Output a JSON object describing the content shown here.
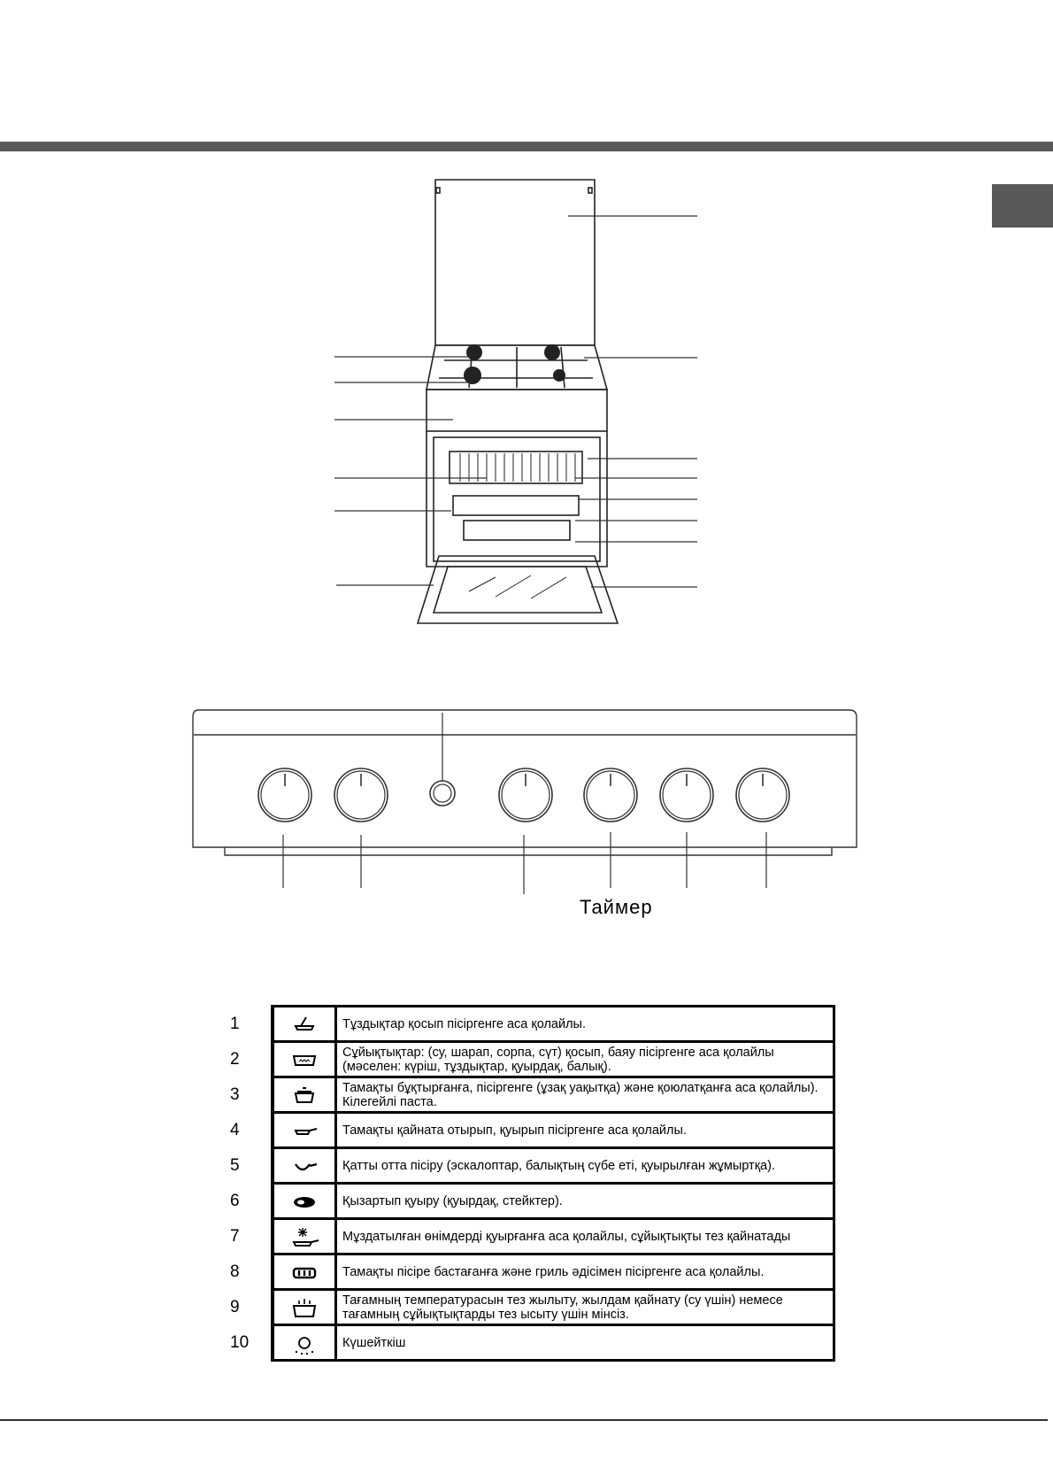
{
  "panel": {
    "timer_label": "Таймер"
  },
  "modes": [
    {
      "number": "1",
      "icon": "pan-stir-icon",
      "text": "Тұздықтар қосып пісіргенге аса қолайлы."
    },
    {
      "number": "2",
      "icon": "low-pot-icon",
      "text": "Сұйықтықтар: (су, шарап, сорпа, сүт) қосып, баяу пісіргенге аса қолайлы (мәселен: күріш, тұздықтар, қуырдақ, балық)."
    },
    {
      "number": "3",
      "icon": "covered-pot-icon",
      "text": "Тамақты бұқтырғанға, пісіргенге (ұзақ уақытқа) және қоюлатқанға аса қолайлы). Кілегейлі паста."
    },
    {
      "number": "4",
      "icon": "flat-pan-icon",
      "text": "Тамақты қайната отырып, қуырып пісіргенге аса қолайлы."
    },
    {
      "number": "5",
      "icon": "deep-pan-icon",
      "text": "Қатты отта пісіру (эскалоптар, балықтың сүбе еті, қуырылған жұмыртқа)."
    },
    {
      "number": "6",
      "icon": "grill-steak-icon",
      "text": "Қызартып қуыру (қуырдақ, стейктер)."
    },
    {
      "number": "7",
      "icon": "defrost-pan-icon",
      "text": "Мұздатылған өнімдерді қуырғанға аса қолайлы, сұйықтықты тез қайнатады"
    },
    {
      "number": "8",
      "icon": "grill-bars-icon",
      "text": "Тамақты пісіре бастағанға және гриль әдісімен пісіргенге аса қолайлы."
    },
    {
      "number": "9",
      "icon": "boil-pot-icon",
      "text": "Тағамның температурасын тез жылыту, жылдам қайнату (су үшін) немесе тағамның сұйықтықтарды тез ысыту үшін мінсіз."
    },
    {
      "number": "10",
      "icon": "booster-icon",
      "text": "Күшейткіш"
    }
  ]
}
